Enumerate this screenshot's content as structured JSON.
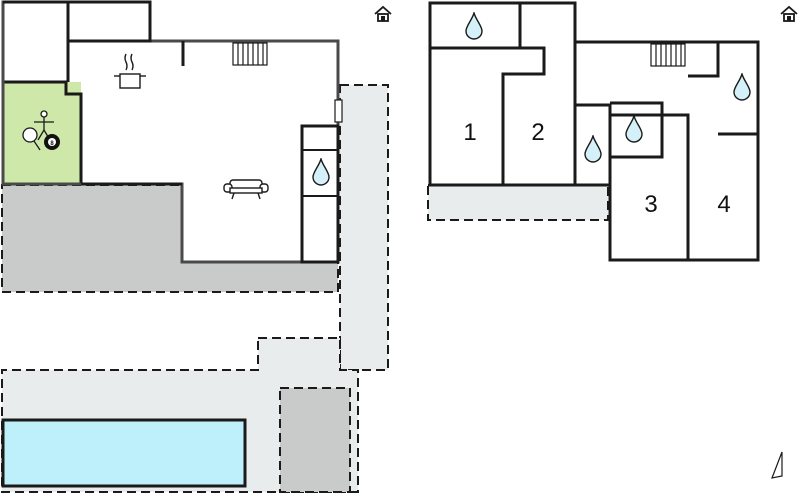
{
  "colors": {
    "wall": "#1a1a1a",
    "terrace": "#e9ecec",
    "covered_area": "#c9cbcb",
    "game_room": "#cde8a8",
    "pool": "#bdf0fb",
    "water_drop": "#d4f1fa"
  },
  "bedrooms": [
    {
      "label": "1"
    },
    {
      "label": "2"
    },
    {
      "label": "3"
    },
    {
      "label": "4"
    }
  ],
  "icons": {
    "house": "house-icon",
    "kitchen": "cooking-pot-icon",
    "living": "sofa-icon",
    "bathroom": "water-drop-icon",
    "stairs": "stairs-icon",
    "table_tennis": "table-tennis-icon",
    "foosball": "foosball-icon",
    "billiards": "billiard-ball-icon",
    "north": "north-arrow-icon"
  },
  "billiard_ball_number": "8"
}
